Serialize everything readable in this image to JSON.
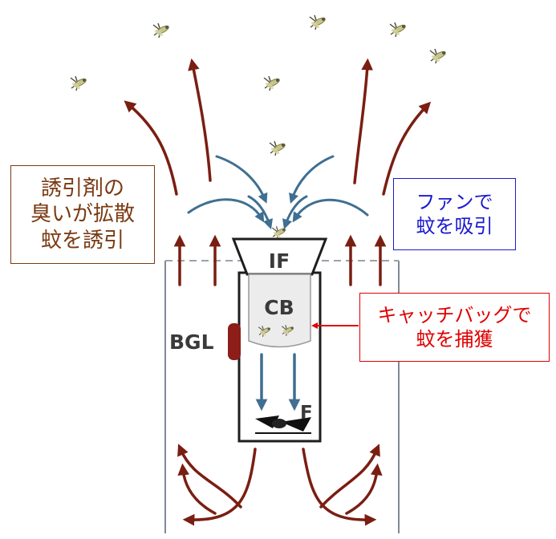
{
  "labels": {
    "inflow_funnel": "IF",
    "catch_bag": "CB",
    "lure": "BGL",
    "fan": "F"
  },
  "callouts": {
    "lure": {
      "lines": [
        "誘引剤の",
        "臭いが拡散",
        "蚊を誘引"
      ]
    },
    "fan": {
      "lines": [
        "ファンで",
        "蚊を吸引"
      ]
    },
    "bag": {
      "lines": [
        "キャッチバッグで",
        "蚊を捕獲"
      ]
    }
  },
  "colors": {
    "odor_arrow": "#7a1e12",
    "air_arrow": "#3f6f92",
    "lure_box": "#7a3a12",
    "fan_box": "#1a1ad0",
    "bag_box": "#e00000",
    "trap_outline": "#7f8a96",
    "lure_cartridge": "#8c1d18"
  }
}
